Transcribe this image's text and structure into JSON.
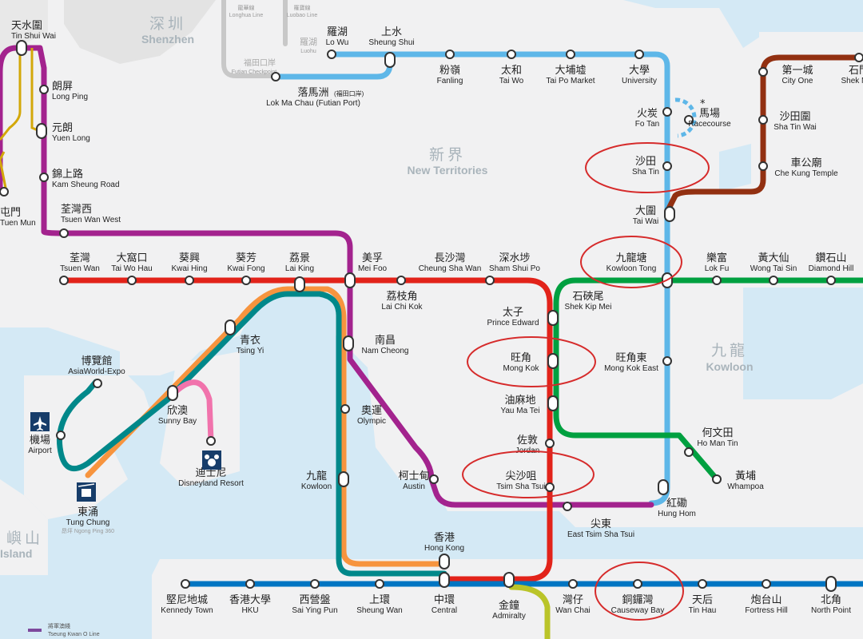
{
  "map": {
    "areas": {
      "shenzhen": {
        "zh": "深圳",
        "en": "Shenzhen"
      },
      "nt": {
        "zh": "新界",
        "en": "New Territories"
      },
      "kowloon": {
        "zh": "九龍",
        "en": "Kowloon"
      },
      "island": {
        "zh": "嶼山",
        "en": "Island"
      }
    },
    "border_checkpoints": {
      "longhua": {
        "zh": "龍華線",
        "en": "Longhua Line"
      },
      "luobao": {
        "zh": "羅寶線",
        "en": "Luobao Line"
      },
      "luohu": {
        "zh": "羅湖",
        "en": "Luohu"
      },
      "futian": {
        "zh": "福田口岸",
        "en": "Futian Checkpoint"
      }
    },
    "stations": {
      "tin_shui_wai": {
        "zh": "天水圍",
        "en": "Tin Shui Wai"
      },
      "long_ping": {
        "zh": "朗屏",
        "en": "Long Ping"
      },
      "yuen_long": {
        "zh": "元朗",
        "en": "Yuen Long"
      },
      "kam_sheung_road": {
        "zh": "錦上路",
        "en": "Kam Sheung Road"
      },
      "tuen_mun": {
        "zh": "屯門",
        "en": "Tuen Mun"
      },
      "tsuen_wan_west": {
        "zh": "荃灣西",
        "en": "Tsuen Wan West"
      },
      "lo_wu": {
        "zh": "羅湖",
        "en": "Lo Wu"
      },
      "sheung_shui": {
        "zh": "上水",
        "en": "Sheung Shui"
      },
      "lok_ma_chau": {
        "zh": "落馬洲",
        "zh_note": "(福田口岸)",
        "en": "Lok Ma Chau",
        "en_note": "(Futian Port)"
      },
      "fanling": {
        "zh": "粉嶺",
        "en": "Fanling"
      },
      "tai_wo": {
        "zh": "太和",
        "en": "Tai Wo"
      },
      "tai_po_market": {
        "zh": "大埔墟",
        "en": "Tai Po Market"
      },
      "university": {
        "zh": "大學",
        "en": "University"
      },
      "fo_tan": {
        "zh": "火炭",
        "en": "Fo Tan"
      },
      "racecourse": {
        "zh": "馬場",
        "en": "Racecourse",
        "mark": "*"
      },
      "sha_tin": {
        "zh": "沙田",
        "en": "Sha Tin"
      },
      "tai_wai": {
        "zh": "大圍",
        "en": "Tai Wai"
      },
      "city_one": {
        "zh": "第一城",
        "en": "City One"
      },
      "shek_mun": {
        "zh": "石門",
        "en": "Shek Mun"
      },
      "sha_tin_wai": {
        "zh": "沙田圍",
        "en": "Sha Tin Wai"
      },
      "che_kung_temple": {
        "zh": "車公廟",
        "en": "Che Kung Temple"
      },
      "tsuen_wan": {
        "zh": "荃灣",
        "en": "Tsuen Wan"
      },
      "tai_wo_hau": {
        "zh": "大窩口",
        "en": "Tai Wo Hau"
      },
      "kwai_hing": {
        "zh": "葵興",
        "en": "Kwai Hing"
      },
      "kwai_fong": {
        "zh": "葵芳",
        "en": "Kwai Fong"
      },
      "lai_king": {
        "zh": "荔景",
        "en": "Lai King"
      },
      "mei_foo": {
        "zh": "美孚",
        "en": "Mei Foo"
      },
      "cheung_sha_wan": {
        "zh": "長沙灣",
        "en": "Cheung Sha Wan"
      },
      "sham_shui_po": {
        "zh": "深水埗",
        "en": "Sham Shui Po"
      },
      "kowloon_tong": {
        "zh": "九龍塘",
        "en": "Kowloon Tong"
      },
      "lok_fu": {
        "zh": "樂富",
        "en": "Lok Fu"
      },
      "wong_tai_sin": {
        "zh": "黃大仙",
        "en": "Wong Tai Sin"
      },
      "diamond_hill": {
        "zh": "鑽石山",
        "en": "Diamond Hill"
      },
      "lai_chi_kok": {
        "zh": "荔枝角",
        "en": "Lai Chi Kok"
      },
      "shek_kip_mei": {
        "zh": "石硤尾",
        "en": "Shek Kip Mei"
      },
      "prince_edward": {
        "zh": "太子",
        "en": "Prince Edward"
      },
      "tsing_yi": {
        "zh": "青衣",
        "en": "Tsing Yi"
      },
      "nam_cheong": {
        "zh": "南昌",
        "en": "Nam Cheong"
      },
      "mong_kok": {
        "zh": "旺角",
        "en": "Mong Kok"
      },
      "mong_kok_east": {
        "zh": "旺角東",
        "en": "Mong Kok East"
      },
      "asiaworld_expo": {
        "zh": "博覽館",
        "en": "AsiaWorld-Expo"
      },
      "sunny_bay": {
        "zh": "欣澳",
        "en": "Sunny Bay"
      },
      "olympic": {
        "zh": "奧運",
        "en": "Olympic"
      },
      "yau_ma_tei": {
        "zh": "油麻地",
        "en": "Yau Ma Tei"
      },
      "airport": {
        "zh": "機場",
        "en": "Airport"
      },
      "jordan": {
        "zh": "佐敦",
        "en": "Jordan"
      },
      "ho_man_tin": {
        "zh": "何文田",
        "en": "Ho Man Tin"
      },
      "disneyland": {
        "zh": "迪士尼",
        "en": "Disneyland Resort"
      },
      "kowloon": {
        "zh": "九龍",
        "en": "Kowloon"
      },
      "austin": {
        "zh": "柯士甸",
        "en": "Austin"
      },
      "tsim_sha_tsui": {
        "zh": "尖沙咀",
        "en": "Tsim Sha Tsui"
      },
      "whampoa": {
        "zh": "黃埔",
        "en": "Whampoa"
      },
      "hung_hom": {
        "zh": "紅磡",
        "en": "Hung Hom"
      },
      "east_tsim_sha_tsui": {
        "zh": "尖東",
        "en": "East Tsim Sha Tsui"
      },
      "tung_chung": {
        "zh": "東涌",
        "en": "Tung Chung",
        "note": "昂坪 Ngong Ping 360"
      },
      "hong_kong": {
        "zh": "香港",
        "en": "Hong Kong"
      },
      "kennedy_town": {
        "zh": "堅尼地城",
        "en": "Kennedy Town"
      },
      "hku": {
        "zh": "香港大學",
        "en": "HKU"
      },
      "sai_ying_pun": {
        "zh": "西營盤",
        "en": "Sai Ying Pun"
      },
      "sheung_wan": {
        "zh": "上環",
        "en": "Sheung Wan"
      },
      "central": {
        "zh": "中環",
        "en": "Central"
      },
      "admiralty": {
        "zh": "金鐘",
        "en": "Admiralty"
      },
      "wan_chai": {
        "zh": "灣仔",
        "en": "Wan Chai"
      },
      "causeway_bay": {
        "zh": "銅鑼灣",
        "en": "Causeway Bay"
      },
      "tin_hau": {
        "zh": "天后",
        "en": "Tin Hau"
      },
      "fortress_hill": {
        "zh": "炮台山",
        "en": "Fortress Hill"
      },
      "north_point": {
        "zh": "北角",
        "en": "North Point"
      }
    },
    "legend": {
      "zh": "將軍澳綫",
      "en": "Tseung Kwan O Line",
      "color": "#7d499d"
    },
    "line_colors": {
      "east_rail": "#5eb7e8",
      "tsuen_wan": "#e2231a",
      "kwun_tong": "#00a040",
      "west_rail": "#a3238e",
      "ma_on_shan": "#923011",
      "tung_chung": "#f7943e",
      "airport_express": "#00888a",
      "island": "#0075c2",
      "disneyland": "#f173ac",
      "light_rail": "#d3a809",
      "south_island": "#bac429"
    },
    "highlight_color": "#d62b2b",
    "highlighted": [
      "sha_tin",
      "kowloon_tong",
      "mong_kok",
      "tsim_sha_tsui",
      "causeway_bay"
    ]
  }
}
